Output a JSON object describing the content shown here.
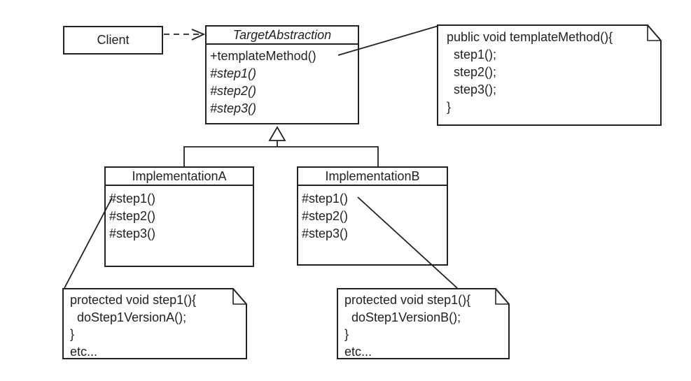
{
  "colors": {
    "line": "#222222",
    "background": "#ffffff"
  },
  "classes": {
    "client": {
      "name": "Client"
    },
    "target_abstraction": {
      "name": "TargetAbstraction",
      "methods": [
        "+templateMethod()",
        "#step1()",
        "#step2()",
        "#step3()"
      ]
    },
    "implementation_a": {
      "name": "ImplementationA",
      "methods": [
        "#step1()",
        "#step2()",
        "#step3()"
      ]
    },
    "implementation_b": {
      "name": "ImplementationB",
      "methods": [
        "#step1()",
        "#step2()",
        "#step3()"
      ]
    }
  },
  "notes": {
    "template_method": {
      "lines": [
        "public void templateMethod(){",
        "  step1();",
        "  step2();",
        "  step3();",
        "}"
      ]
    },
    "step1_version_a": {
      "lines": [
        "protected void step1(){",
        "  doStep1VersionA();",
        "}",
        "etc..."
      ]
    },
    "step1_version_b": {
      "lines": [
        "protected void step1(){",
        "  doStep1VersionB();",
        "}",
        "etc..."
      ]
    }
  },
  "relationships": {
    "dependency": "Client depends on TargetAbstraction (dashed arrow)",
    "generalization": "ImplementationA and ImplementationB inherit TargetAbstraction (hollow triangle)"
  }
}
